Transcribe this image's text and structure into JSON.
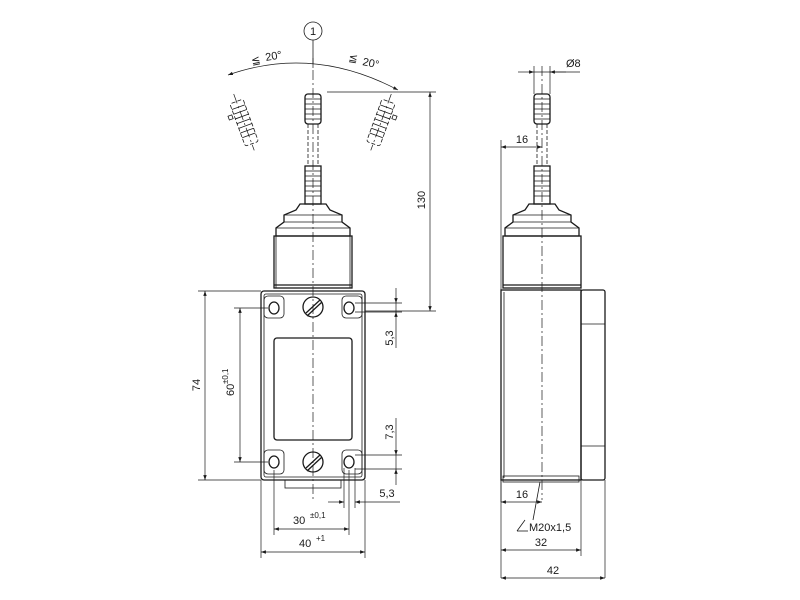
{
  "callout": "1",
  "angle_left": {
    "symbol": "≦",
    "value": "20°"
  },
  "angle_right": {
    "symbol": "≦",
    "value": "20°"
  },
  "front_view": {
    "dim_height_lever": "130",
    "dim_height_body": "74",
    "dim_hole_pitch_v": "60",
    "dim_hole_pitch_v_tol": "±0,1",
    "dim_hole_offset_top": "5,3",
    "dim_hole_offset_bottom": "7,3",
    "dim_hole_offset_side": "5,3",
    "dim_hole_pitch_h": "30",
    "dim_hole_pitch_h_tol": "±0,1",
    "dim_width": "40",
    "dim_width_tol": "+1"
  },
  "side_view": {
    "dim_rod_diameter": "Ø8",
    "dim_offset_top": "16",
    "dim_offset_bottom": "16",
    "thread": "M20x1,5",
    "dim_depth_body": "32",
    "dim_depth_total": "42"
  }
}
